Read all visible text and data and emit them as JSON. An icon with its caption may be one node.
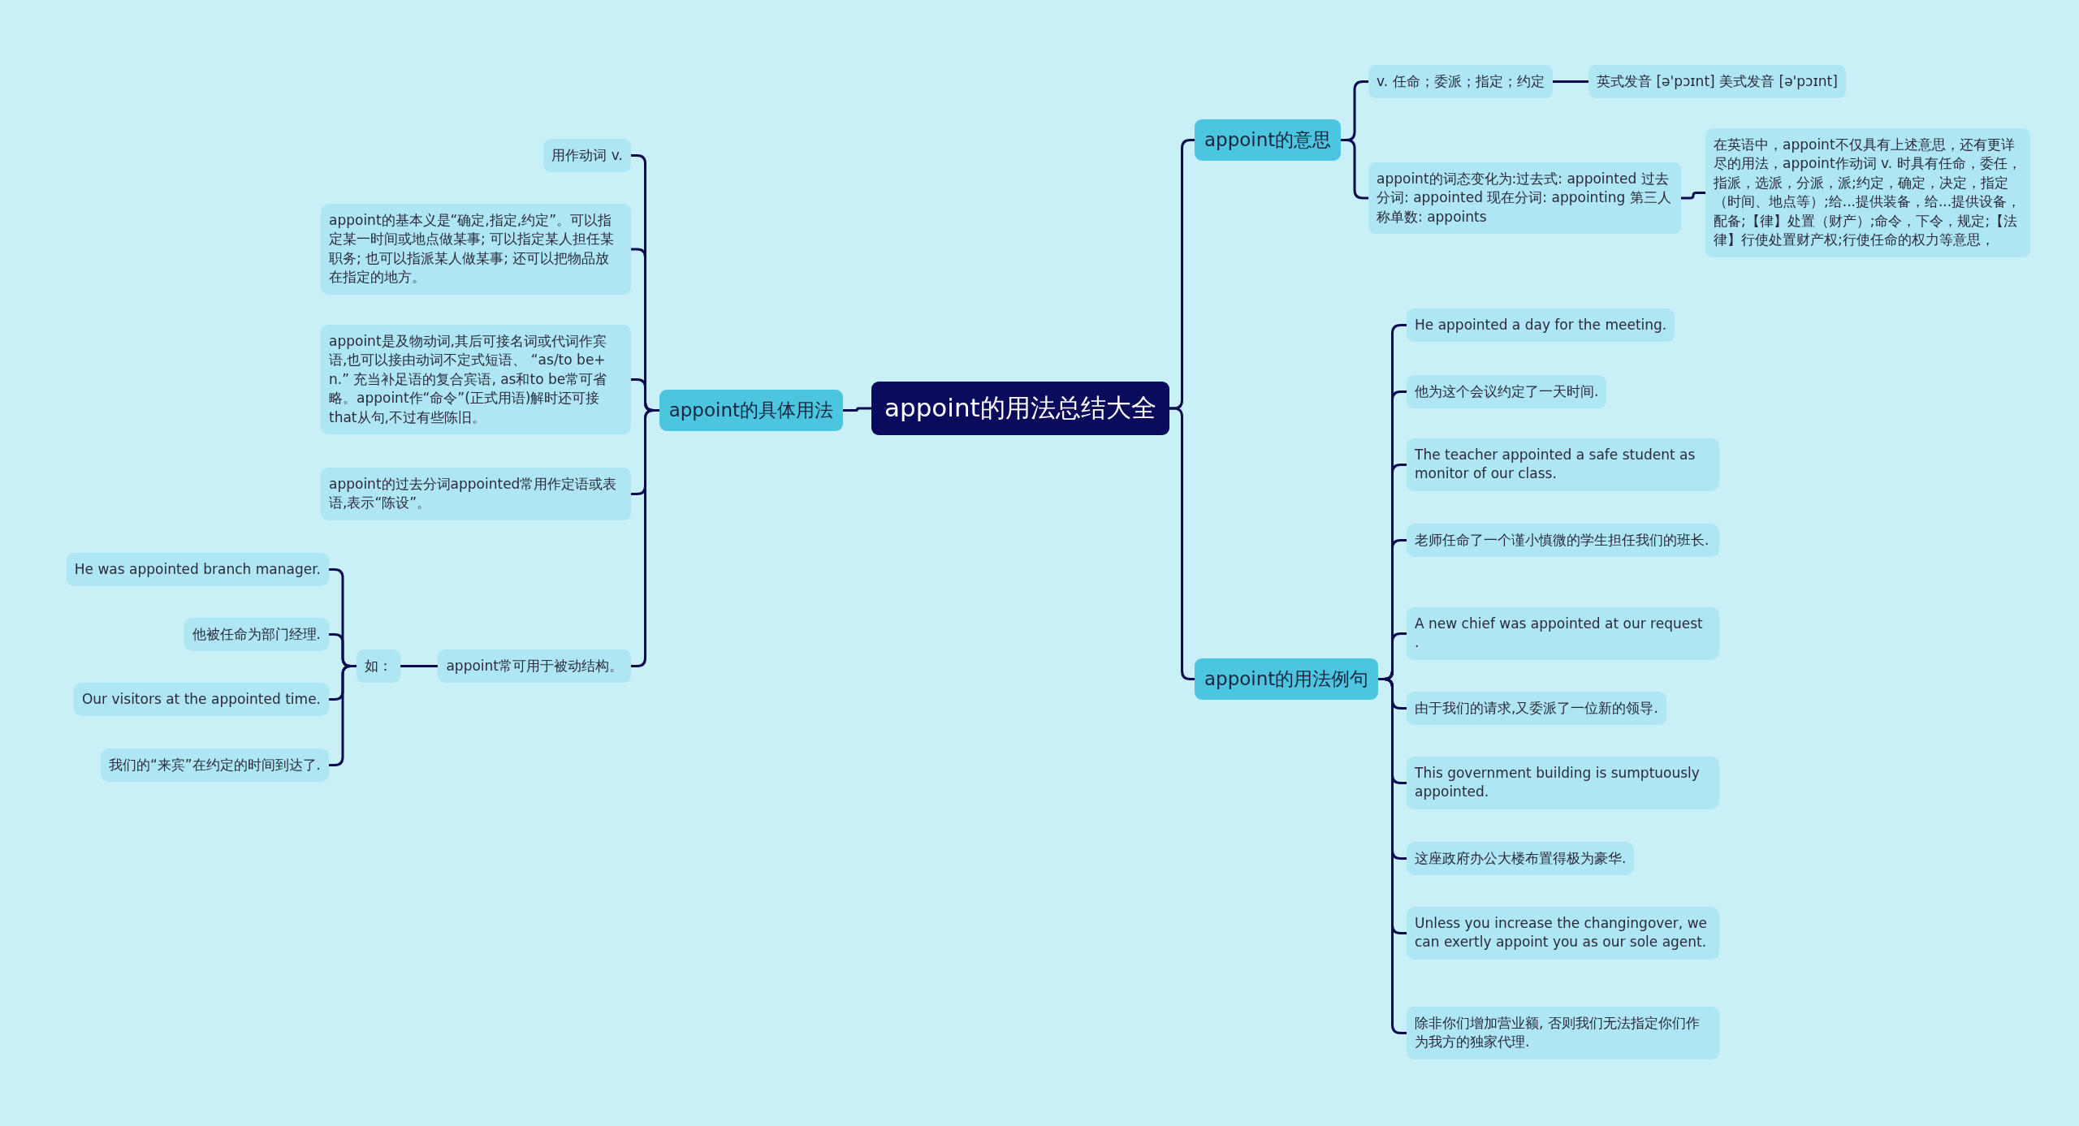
{
  "diagram": {
    "nodes": [
      {
        "text": [
          "appoint的用法总结大全"
        ]
      },
      {
        "text": [
          "appoint的具体用法"
        ]
      },
      {
        "text": [
          "用作动词 v."
        ]
      },
      {
        "text": [
          "appoint的基本义是“确定,指定,约定”。可以指定某一时间或地点做某事; 可以指定某人担任某职务; 也可以指派某人做某事; 还可以把物品放在指定的地方。"
        ]
      },
      {
        "text": [
          "appoint是及物动词,其后可接名词或代词作宾语,也可以接由动词不定式短语、 “as/to be+ n.” 充当补足语的复合宾语, as和to be常可省略。appoint作“命令”(正式用语)解时还可接that从句,不过有些陈旧。"
        ]
      },
      {
        "text": [
          "appoint的过去分词appointed常用作定语或表语,表示“陈设”。"
        ]
      },
      {
        "text": [
          "appoint常可用于被动结构。"
        ]
      },
      {
        "text": [
          "如："
        ]
      },
      {
        "text": [
          "He was appointed branch manager."
        ]
      },
      {
        "text": [
          "他被任命为部门经理."
        ]
      },
      {
        "text": [
          "Our visitors at the appointed time."
        ]
      },
      {
        "text": [
          "我们的“来宾”在约定的时间到达了."
        ]
      },
      {
        "text": [
          "appoint的意思"
        ]
      },
      {
        "text": [
          "v. 任命；委派；指定；约定"
        ]
      },
      {
        "text": [
          "英式发音 [ə'pɔɪnt] 美式发音 [ə'pɔɪnt]"
        ]
      },
      {
        "text": [
          "appoint的词态变化为:过去式: appointed 过去分词: appointed 现在分词: appointing 第三人称单数: appoints"
        ]
      },
      {
        "text": [
          "在英语中，appoint不仅具有上述意思，还有更详尽的用法，appoint作动词 v. 时具有任命，委任，指派，选派，分派，派;约定，确定，决定，指定（时间、地点等）;给...提供装备，给...提供设备，配备;【律】处置（财产）;命令，下令，规定;【法律】行使处置财产权;行使任命的权力等意思，"
        ]
      },
      {
        "text": [
          "appoint的用法例句"
        ]
      },
      {
        "text": [
          "He appointed a day for the meeting."
        ]
      },
      {
        "text": [
          "他为这个会议约定了一天时间."
        ]
      },
      {
        "text": [
          "The teacher appointed a safe student as monitor of our class."
        ]
      },
      {
        "text": [
          "老师任命了一个谨小慎微的学生担任我们的班长."
        ]
      },
      {
        "text": [
          "A new chief was appointed at our request ."
        ]
      },
      {
        "text": [
          "由于我们的请求,又委派了一位新的领导."
        ]
      },
      {
        "text": [
          "This government building is sumptuously appointed."
        ]
      },
      {
        "text": [
          "这座政府办公大楼布置得极为豪华."
        ]
      },
      {
        "text": [
          "Unless you increase the changingover, we can exertly appoint you as our sole agent."
        ]
      },
      {
        "text": [
          "除非你们增加营业额, 否则我们无法指定你们作为我方的独家代理."
        ]
      }
    ],
    "edges": [
      {
        "from": 0,
        "to": 1,
        "arrow": "none"
      },
      {
        "from": 1,
        "to": 2,
        "arrow": "none"
      },
      {
        "from": 1,
        "to": 3,
        "arrow": "none"
      },
      {
        "from": 1,
        "to": 4,
        "arrow": "none"
      },
      {
        "from": 1,
        "to": 5,
        "arrow": "none"
      },
      {
        "from": 1,
        "to": 6,
        "arrow": "none"
      },
      {
        "from": 6,
        "to": 7,
        "arrow": "none"
      },
      {
        "from": 7,
        "to": 8,
        "arrow": "none"
      },
      {
        "from": 7,
        "to": 9,
        "arrow": "none"
      },
      {
        "from": 7,
        "to": 10,
        "arrow": "none"
      },
      {
        "from": 7,
        "to": 11,
        "arrow": "none"
      },
      {
        "from": 0,
        "to": 12,
        "arrow": "none"
      },
      {
        "from": 12,
        "to": 13,
        "arrow": "none"
      },
      {
        "from": 13,
        "to": 14,
        "arrow": "none"
      },
      {
        "from": 12,
        "to": 15,
        "arrow": "none"
      },
      {
        "from": 15,
        "to": 16,
        "arrow": "none"
      },
      {
        "from": 0,
        "to": 17,
        "arrow": "none"
      },
      {
        "from": 17,
        "to": 18,
        "arrow": "none"
      },
      {
        "from": 17,
        "to": 19,
        "arrow": "none"
      },
      {
        "from": 17,
        "to": 20,
        "arrow": "none"
      },
      {
        "from": 17,
        "to": 21,
        "arrow": "none"
      },
      {
        "from": 17,
        "to": 22,
        "arrow": "none"
      },
      {
        "from": 17,
        "to": 23,
        "arrow": "none"
      },
      {
        "from": 17,
        "to": 24,
        "arrow": "none"
      },
      {
        "from": 17,
        "to": 25,
        "arrow": "none"
      },
      {
        "from": 17,
        "to": 26,
        "arrow": "none"
      },
      {
        "from": 17,
        "to": 27,
        "arrow": "none"
      }
    ]
  }
}
